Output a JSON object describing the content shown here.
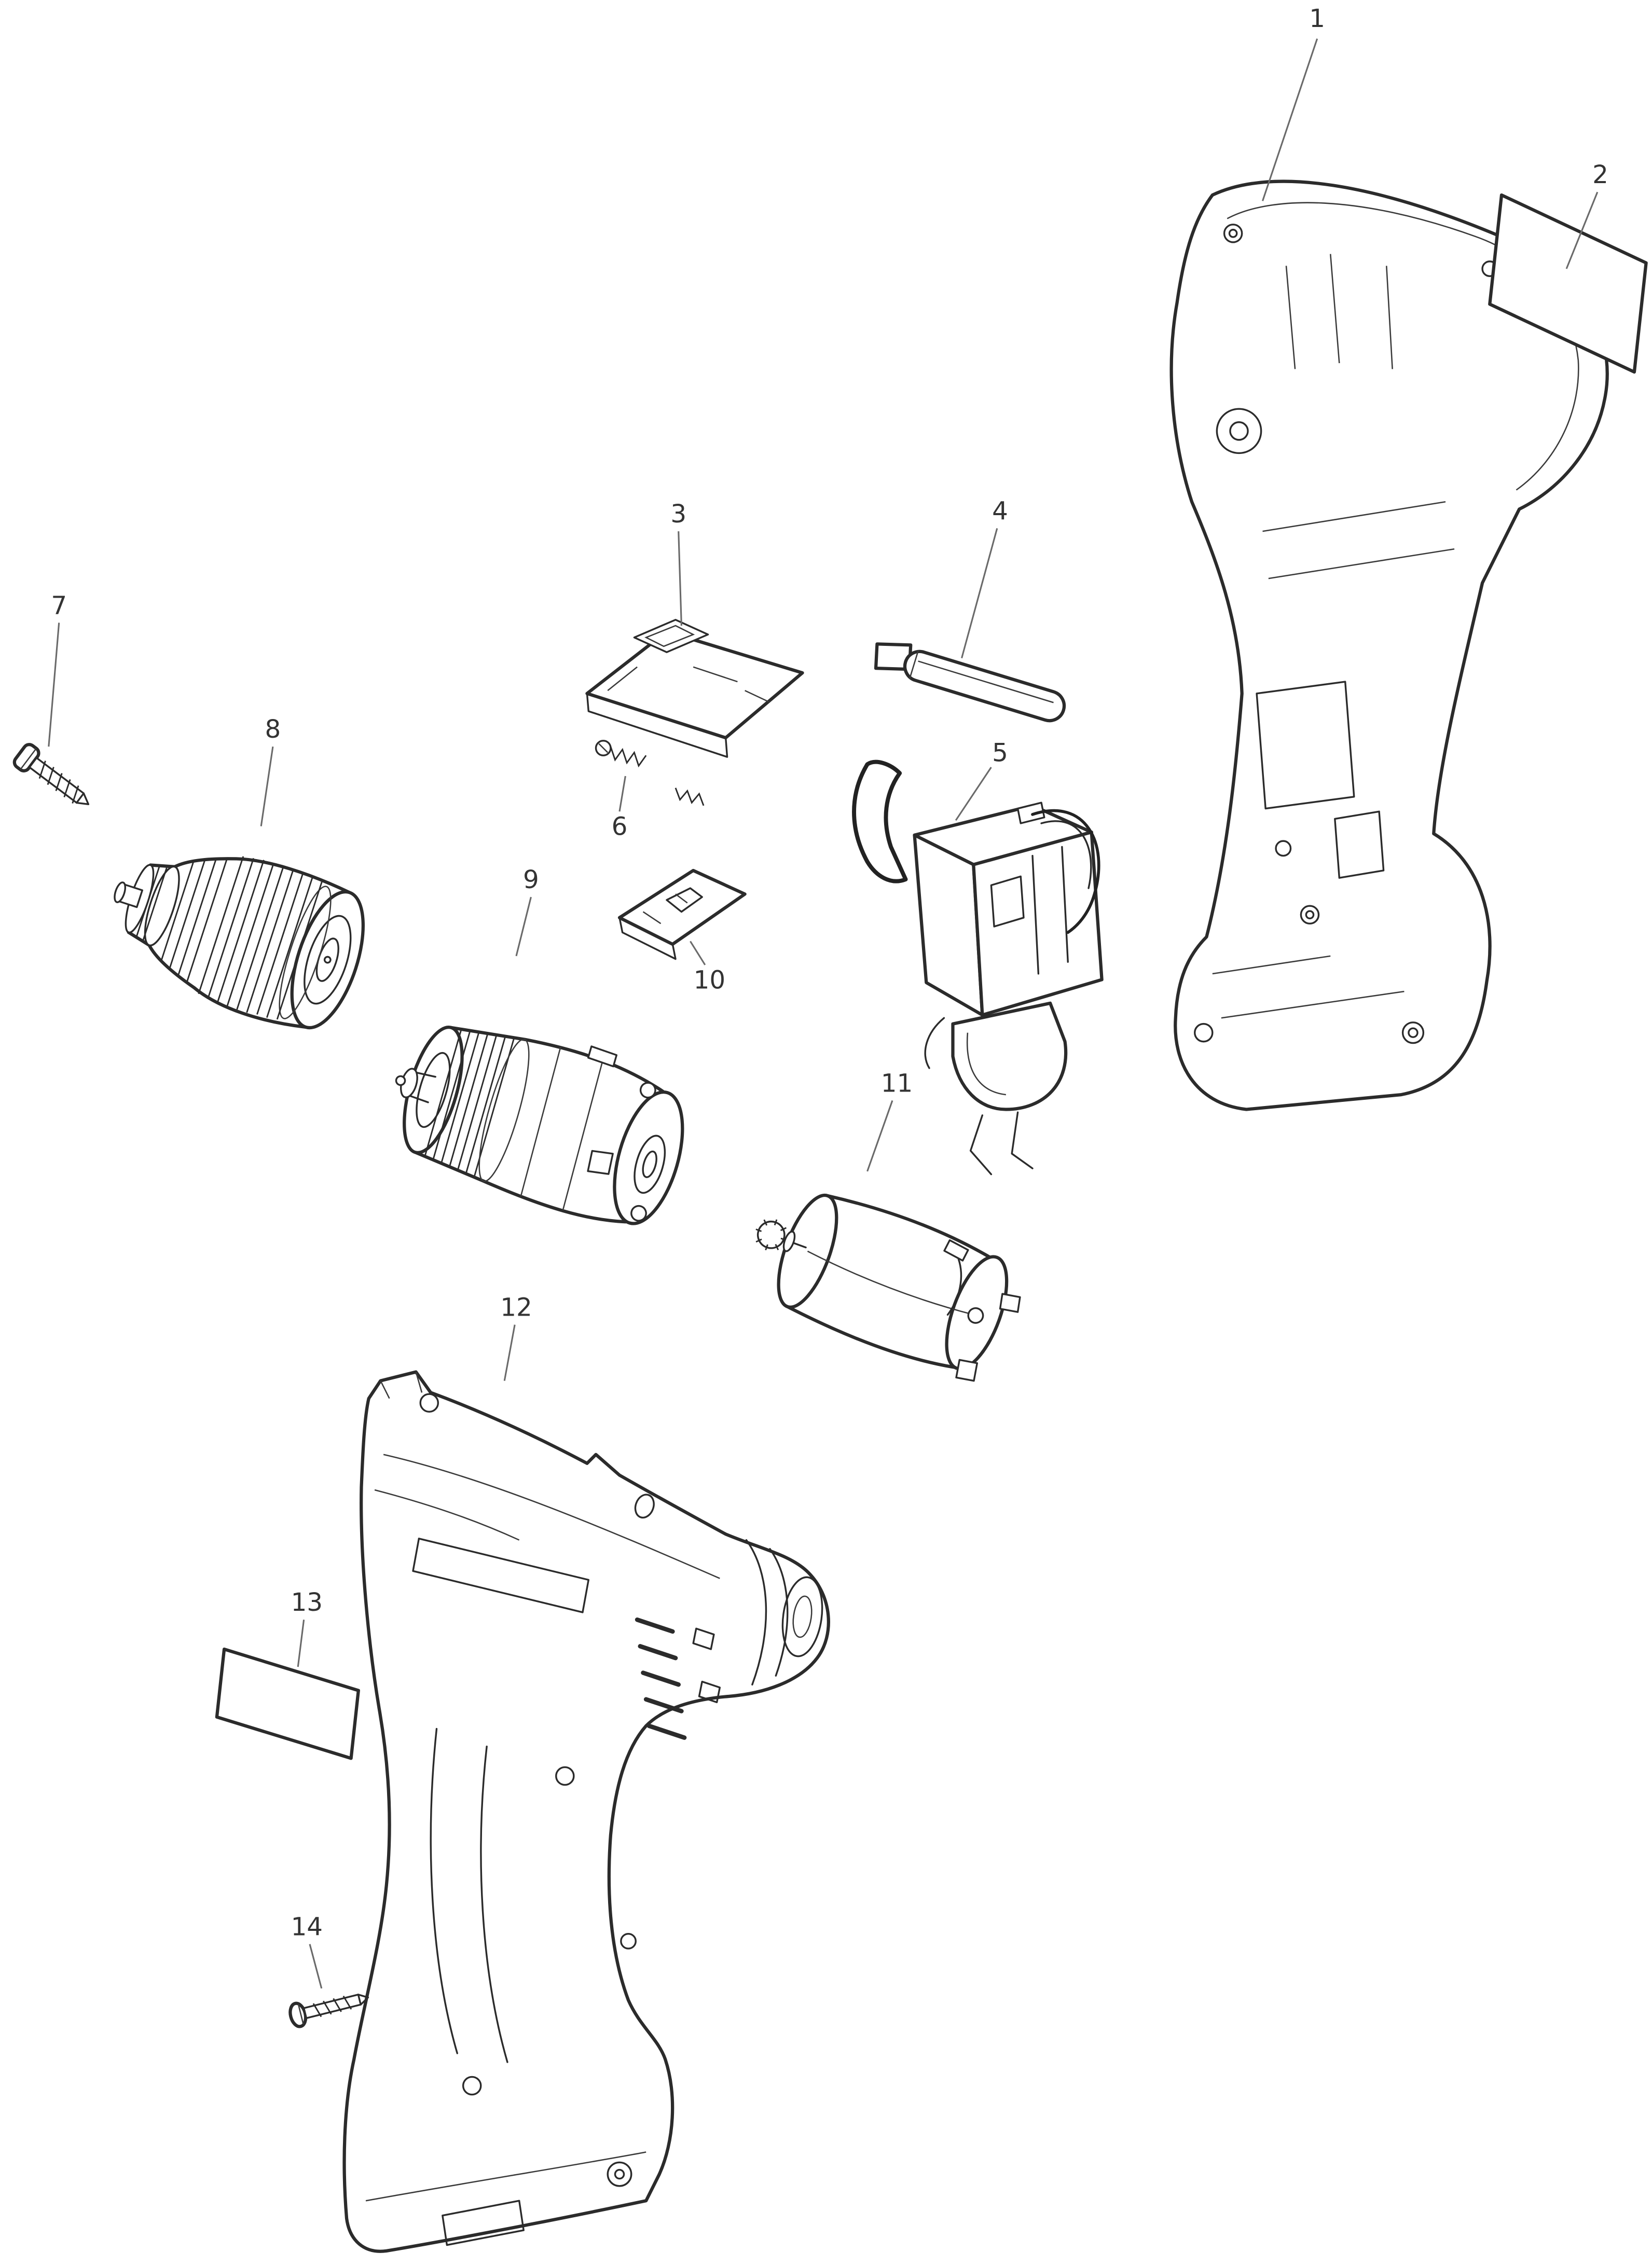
{
  "diagram": {
    "kind": "exploded-parts-diagram",
    "subject": "cordless-drill-driver",
    "callouts": [
      {
        "number": "1",
        "part": "housing-right-half"
      },
      {
        "number": "2",
        "part": "nameplate-label"
      },
      {
        "number": "3",
        "part": "speed-change-lever"
      },
      {
        "number": "4",
        "part": "lock-lever-bar"
      },
      {
        "number": "5",
        "part": "switch-assembly"
      },
      {
        "number": "6",
        "part": "compression-spring"
      },
      {
        "number": "7",
        "part": "flat-head-screw"
      },
      {
        "number": "8",
        "part": "drill-chuck"
      },
      {
        "number": "9",
        "part": "gear-assembly"
      },
      {
        "number": "10",
        "part": "change-plate"
      },
      {
        "number": "11",
        "part": "dc-motor"
      },
      {
        "number": "12",
        "part": "housing-left-half"
      },
      {
        "number": "13",
        "part": "caution-label"
      },
      {
        "number": "14",
        "part": "tapping-screw"
      }
    ]
  }
}
